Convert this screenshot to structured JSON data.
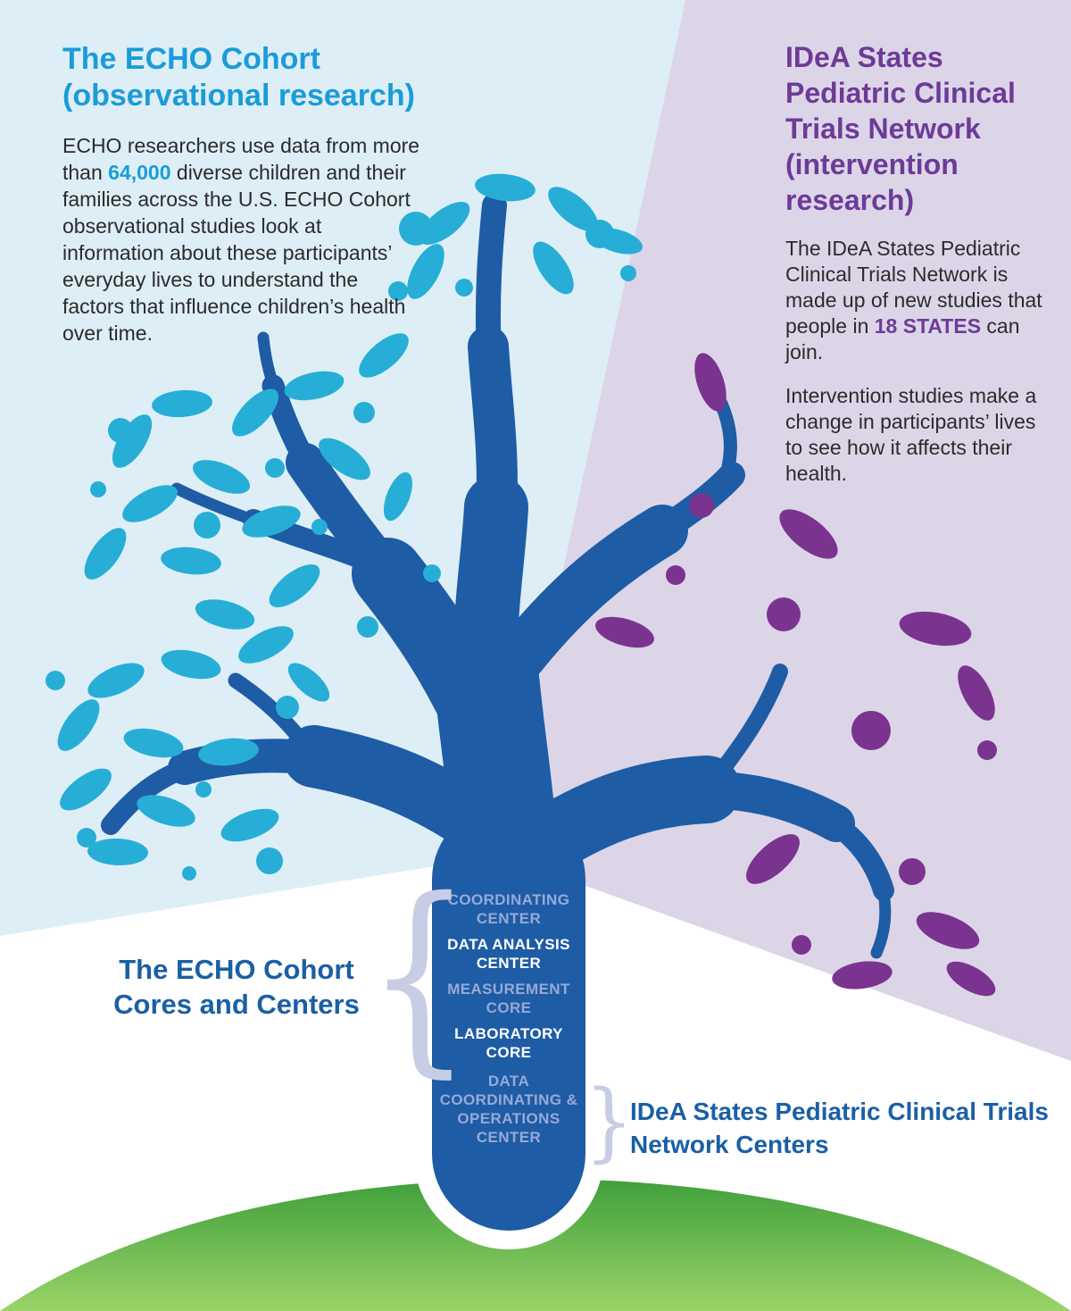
{
  "left_panel": {
    "heading": "The ECHO Cohort (observational research)",
    "body_before": "ECHO researchers use data from more than ",
    "body_highlight": "64,000",
    "body_after": " diverse children and their families across the U.S. ECHO Cohort observational studies look at information about these participants’ everyday lives to understand the factors that influence children’s health over time."
  },
  "right_panel": {
    "heading": "IDeA States Pediatric Clinical Trials Network (intervention research)",
    "p1_before": "The IDeA States Pediatric Clinical Trials Network is made up of new studies that people in ",
    "p1_highlight": "18 STATES",
    "p1_after": " can join.",
    "p2": "Intervention studies make a change in participants’ lives to see how it affects their health."
  },
  "trunk": {
    "labels": [
      "COORDINATING CENTER",
      "DATA ANALYSIS CENTER",
      "MEASUREMENT CORE",
      "LABORATORY CORE",
      "DATA COORDINATING & OPERATIONS CENTER"
    ]
  },
  "callouts": {
    "echo_cores": "The ECHO Cohort Cores and Centers",
    "idea_centers": "IDeA States Pediatric Clinical Trials Network Centers"
  },
  "braces": {
    "left": "{",
    "right": "}"
  },
  "colors": {
    "echo_teal": "#1a9cd8",
    "idea_purple": "#6d3b97",
    "tree_blue": "#1e5ca5",
    "leaf_teal": "#27aed6",
    "leaf_purple": "#7b3390",
    "bg_blue": "#ddeef7",
    "bg_lavender": "#dcd5e8",
    "hill_green_top": "#3f9f3b",
    "hill_green_bottom": "#9ad468",
    "callout_blue": "#1b5fa5"
  }
}
